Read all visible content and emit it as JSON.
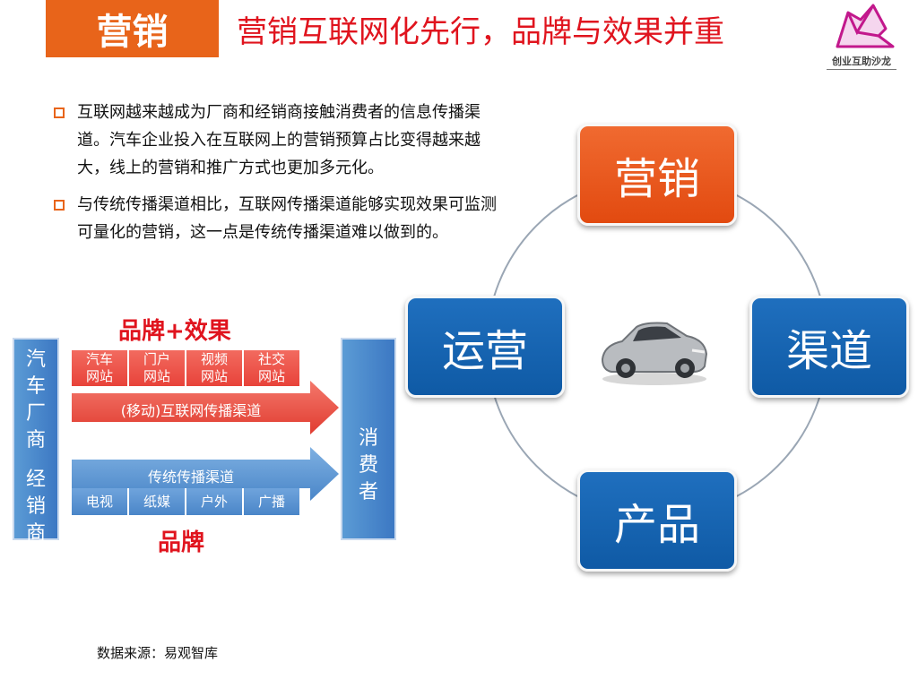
{
  "header": {
    "tag": "营销",
    "headline": "营销互联网化先行，品牌与效果并重",
    "logo_text": "创业互助沙龙"
  },
  "bullets": [
    "互联网越来越成为厂商和经销商接触消费者的信息传播渠道。汽车企业投入在互联网上的营销预算占比变得越来越大，线上的营销和推广方式也更加多元化。",
    "与传统传播渠道相比，互联网传播渠道能够实现效果可监测可量化的营销，这一点是传统传播渠道难以做到的。"
  ],
  "flow": {
    "top_title": "品牌+效果",
    "bottom_title": "品牌",
    "left_bar_top": "汽车厂商",
    "left_bar_bottom": "经销商",
    "right_bar": "消费者",
    "online_channels": [
      "汽车\n网站",
      "门户\n网站",
      "视频\n网站",
      "社交\n网站"
    ],
    "online_arrow": "(移动)互联网传播渠道",
    "traditional_arrow": "传统传播渠道",
    "traditional_channels": [
      "电视",
      "纸媒",
      "户外",
      "广播"
    ]
  },
  "cycle": {
    "top": "营销",
    "left": "运营",
    "right": "渠道",
    "bottom": "产品"
  },
  "source": "数据来源：易观智库",
  "colors": {
    "accent": "#e8641a",
    "headline": "#e0141e",
    "node_blue": "#1565b6"
  }
}
